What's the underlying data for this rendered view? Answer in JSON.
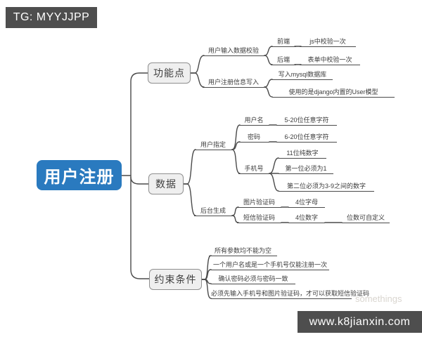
{
  "badge_top": "TG: MYYJJPP",
  "badge_bottom": "www.k8jianxin.com",
  "watermark": "somethings",
  "root_label": "用户注册",
  "func": {
    "label": "功能点",
    "validate": {
      "label": "用户输入数据校验",
      "front_label": "前端",
      "front_value": "js中校验一次",
      "back_label": "后端",
      "back_value": "表单中校验一次"
    },
    "write": {
      "label": "用户注册信息写入",
      "items": [
        "写入mysql数据库",
        "使用的是django内置的User模型"
      ]
    }
  },
  "data": {
    "label": "数据",
    "user": {
      "label": "用户指定",
      "username_label": "用户名",
      "username_value": "5-20位任意字符",
      "password_label": "密码",
      "password_value": "6-20位任意字符",
      "phone_label": "手机号",
      "phone_rules": [
        "11位纯数字",
        "第一位必须为1",
        "第二位必须为3-9之间的数字"
      ]
    },
    "backend": {
      "label": "后台生成",
      "captcha_label": "图片验证码",
      "captcha_value": "4位字母",
      "sms_label": "短信验证码",
      "sms_value": "4位数字",
      "sms_note": "位数可自定义"
    }
  },
  "constraints": {
    "label": "约束条件",
    "items": [
      "所有参数均不能为空",
      "一个用户名或是一个手机号仅能注册一次",
      "确认密码必须与密码一致",
      "必须先输入手机号和图片验证码，才可以获取短信验证码"
    ]
  },
  "colors": {
    "root_bg": "#2A7ABF",
    "node_bg": "#EFEFEF",
    "node_border": "#8F8F8F",
    "line": "#4A4A4A",
    "badge_bg": "#4E4E4E"
  }
}
